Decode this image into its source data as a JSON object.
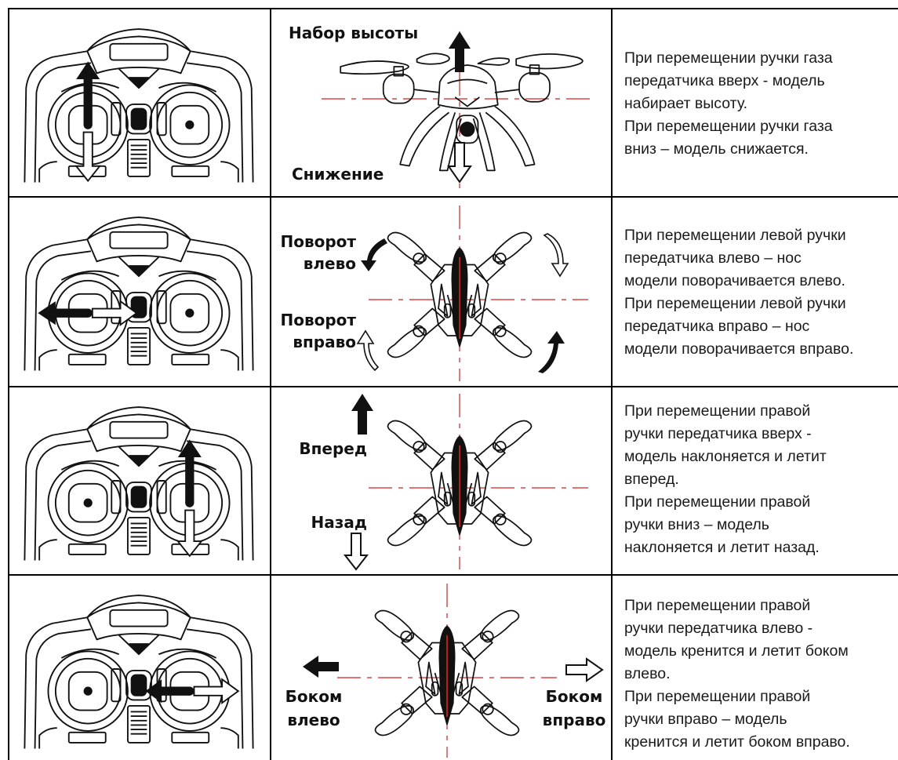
{
  "rows": [
    {
      "labels": {
        "up": "Набор высоты",
        "down": "Снижение"
      },
      "description": [
        "При перемещении ручки газа",
        "передатчика вверх - модель",
        "набирает высоту.",
        "При перемещении ручки газа",
        "вниз – модель снижается."
      ]
    },
    {
      "labels": {
        "left_a": "Поворот",
        "left_b": "влево",
        "right_a": "Поворот",
        "right_b": "вправо"
      },
      "description": [
        "При перемещении левой ручки",
        "передатчика влево – нос",
        "модели поворачивается влево.",
        "При перемещении левой ручки",
        "передатчика вправо – нос",
        "модели поворачивается вправо."
      ]
    },
    {
      "labels": {
        "forward": "Вперед",
        "back": "Назад"
      },
      "description": [
        "При перемещении правой",
        "ручки передатчика вверх -",
        "модель наклоняется и летит",
        "вперед.",
        "При перемещении правой",
        "ручки вниз – модель",
        "наклоняется и летит назад."
      ]
    },
    {
      "labels": {
        "left_a": "Боком",
        "left_b": "влево",
        "right_a": "Боком",
        "right_b": "вправо"
      },
      "description": [
        "При перемещении правой",
        "ручки передатчика влево -",
        "модель кренится и летит боком",
        "влево.",
        "При перемещении правой",
        "ручки вправо – модель",
        "кренится и летит боком вправо."
      ]
    }
  ],
  "colors": {
    "line": "#000000",
    "crosshair": "#d62020",
    "body_accent": "#8b0000"
  },
  "icons": [
    "transmitter-icon",
    "quadcopter-side-icon",
    "quadcopter-top-icon",
    "arrow-up-icon",
    "arrow-down-icon",
    "arrow-left-icon",
    "arrow-right-icon",
    "rotate-left-icon",
    "rotate-right-icon"
  ]
}
